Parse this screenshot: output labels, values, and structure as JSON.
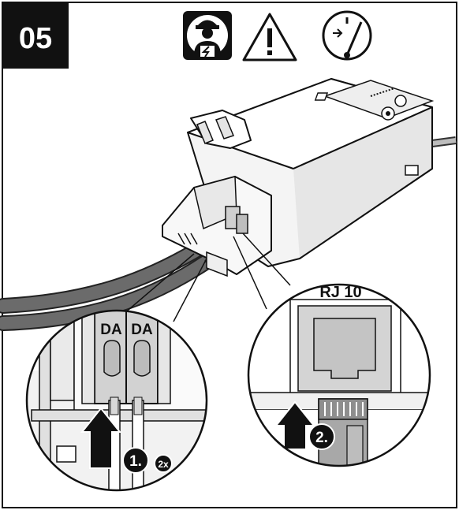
{
  "step": {
    "number": "05"
  },
  "header_icons": [
    {
      "name": "qualified-electrician-icon"
    },
    {
      "name": "warning-triangle-icon"
    },
    {
      "name": "switch-off-power-icon"
    }
  ],
  "detail_left": {
    "terminal_labels": [
      "DA",
      "DA"
    ],
    "step_marker": "1.",
    "multiplier_badge": "2x"
  },
  "detail_right": {
    "port_label": "RJ 10",
    "step_marker": "2."
  },
  "colors": {
    "ink": "#111111",
    "cable": "#666666",
    "device_body": "#f4f4f4",
    "terminal_block": "#d2d2d2",
    "connector": "#9a9a9a"
  }
}
